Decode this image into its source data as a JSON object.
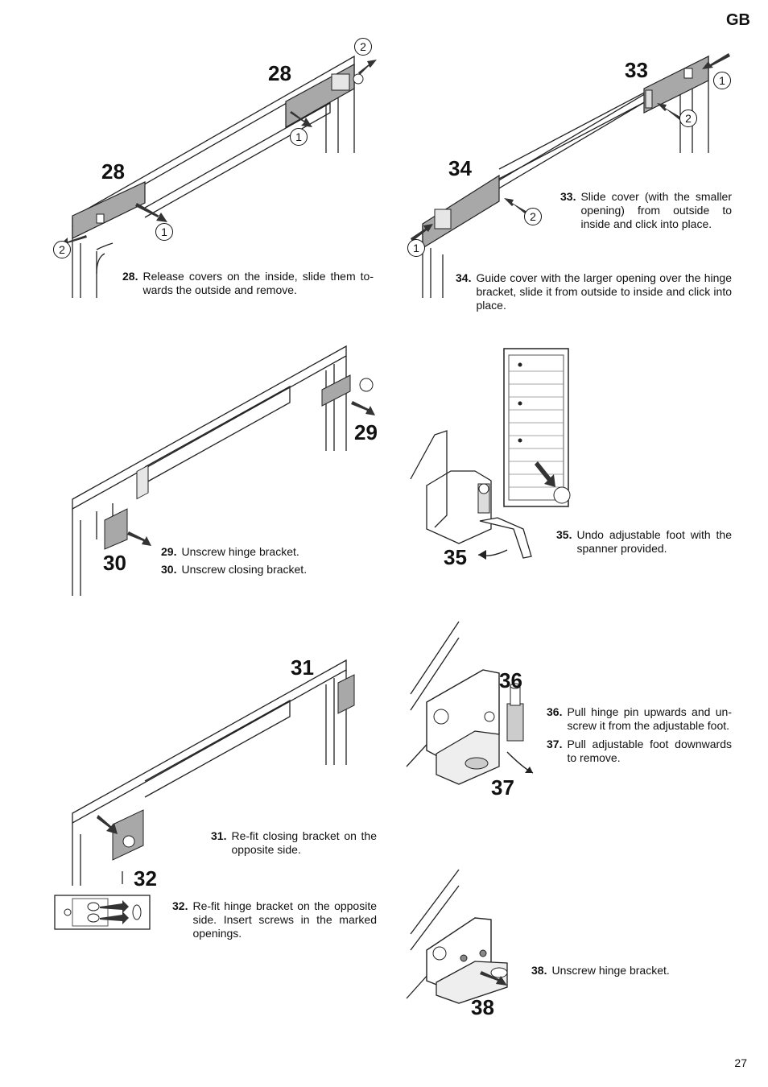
{
  "header": {
    "language_code": "GB"
  },
  "footer": {
    "page_number": "27"
  },
  "figures": {
    "fig28a": "28",
    "fig28b": "28",
    "fig33": "33",
    "fig34": "34",
    "fig29": "29",
    "fig30": "30",
    "fig35": "35",
    "fig31": "31",
    "fig32": "32",
    "fig36": "36",
    "fig37": "37",
    "fig38": "38"
  },
  "callouts": {
    "one": "1",
    "two": "2"
  },
  "steps": [
    {
      "num": "28.",
      "text": "Release covers on the inside, slide them to-wards the outside and remove."
    },
    {
      "num": "33.",
      "text": "Slide cover (with the smaller opening) from outside to inside and click into place."
    },
    {
      "num": "34.",
      "text": "Guide cover with the larger opening over the hinge bracket, slide it from outside to inside and click into place."
    },
    {
      "num": "29.",
      "text": "Unscrew hinge bracket."
    },
    {
      "num": "30.",
      "text": "Unscrew closing bracket."
    },
    {
      "num": "35.",
      "text": "Undo adjustable foot with the spanner provided."
    },
    {
      "num": "36.",
      "text": "Pull hinge pin upwards and un-screw it from the adjustable foot."
    },
    {
      "num": "37.",
      "text": "Pull adjustable foot downwards to remove."
    },
    {
      "num": "31.",
      "text": "Re-fit closing bracket on the opposite side."
    },
    {
      "num": "32.",
      "text": "Re-fit hinge bracket on the opposite side. Insert screws in the marked openings."
    },
    {
      "num": "38.",
      "text": "Unscrew hinge bracket."
    }
  ]
}
